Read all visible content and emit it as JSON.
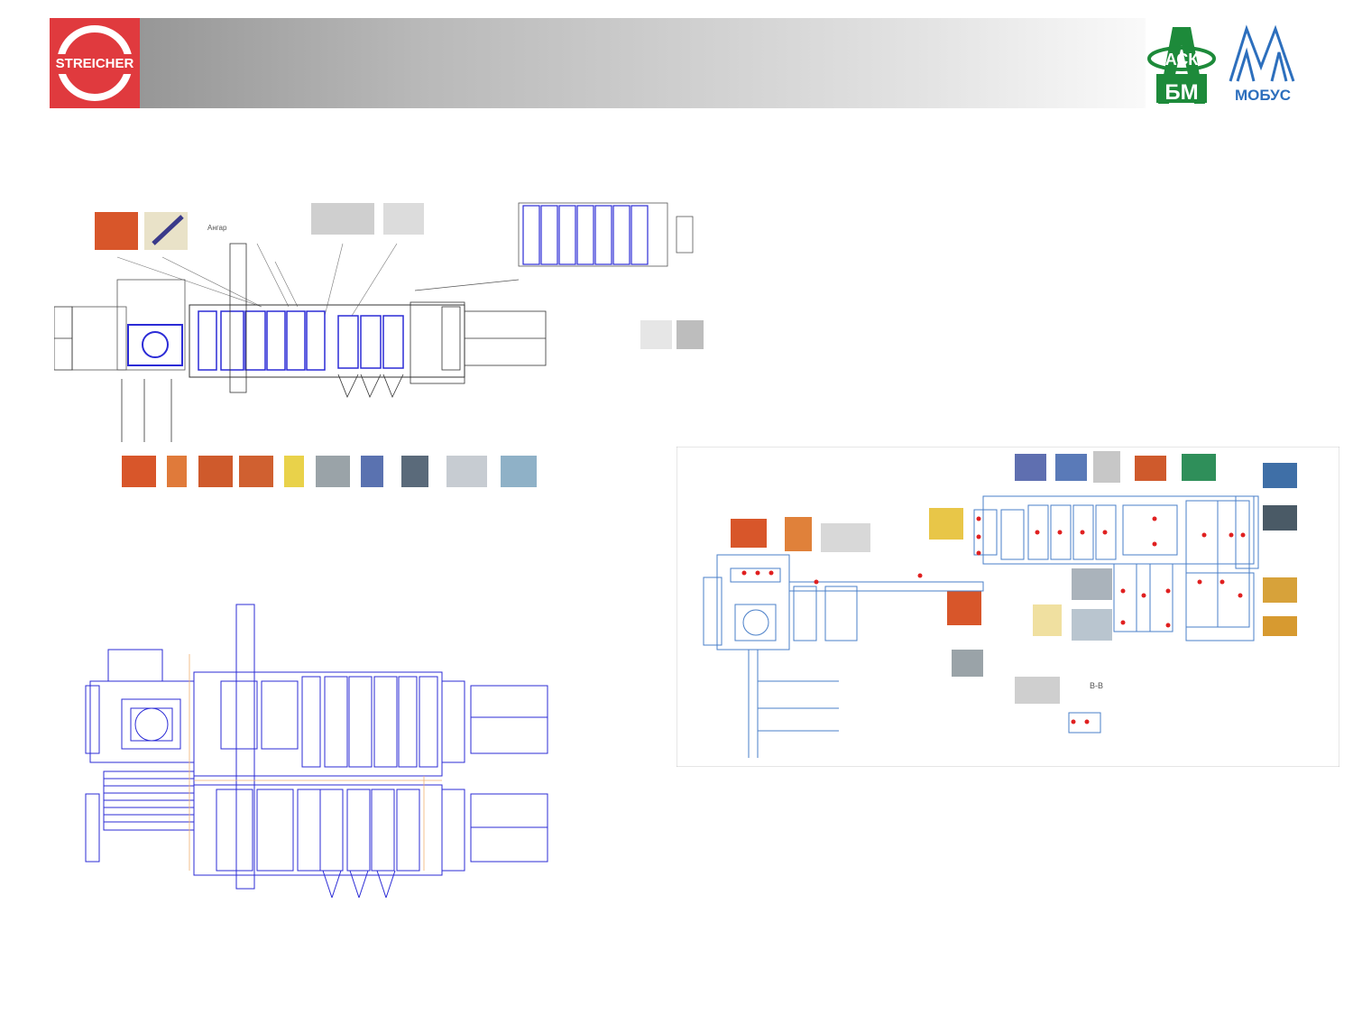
{
  "header": {
    "left_logo": {
      "name": "STREICHER",
      "bg_color": "#e03a3e",
      "fg_color": "#ffffff"
    },
    "right_logos": [
      {
        "name": "АСК БМ",
        "color": "#1d8a3a"
      },
      {
        "name": "МОБУС",
        "color": "#2d6fbd"
      }
    ]
  },
  "drawings": {
    "top_left": {
      "label": "Ангар",
      "line_color": "#2b2bd6"
    },
    "bottom_left": {
      "line_color": "#2b2bd6",
      "accent_color": "#f0b070"
    },
    "right": {
      "label": "В-В",
      "marker_color": "#e02020",
      "line_color": "#4a7fc8"
    }
  }
}
